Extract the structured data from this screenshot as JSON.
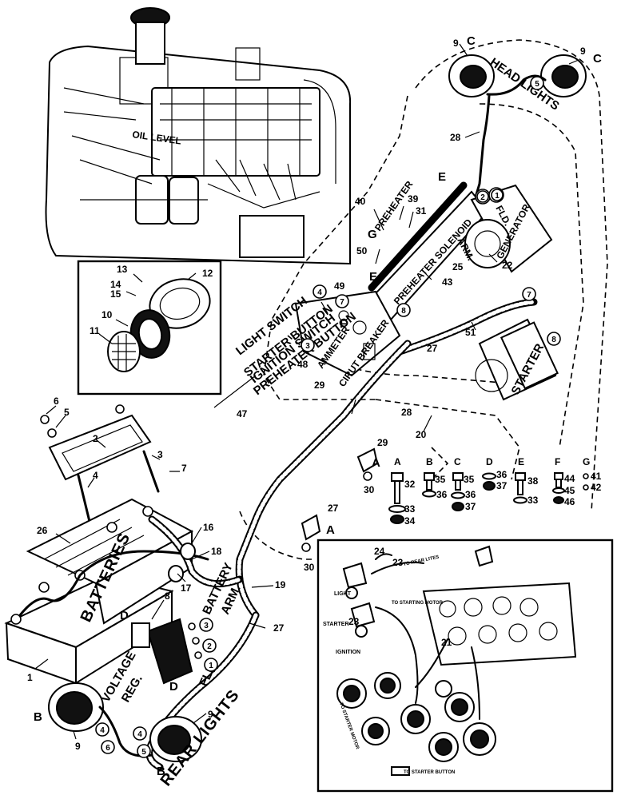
{
  "labels": {
    "light_switch": "LIGHT SWITCH",
    "starter_button": "STARTER BUTTON",
    "ignition_switch": "IGNITION SWITCH",
    "preheater_button": "PREHEATER BUTTON",
    "ammeter": "AMMETER",
    "circuit_breaker": "CIRUT BREAKER",
    "preheater": "PREHEATER",
    "preheater_solenoid": "PREHEATER SOLENOID",
    "generator": "GENERATOR",
    "arm": "ARM.",
    "fld": "FLD.",
    "starter": "STARTER",
    "head_lights": "HEAD LIGHTS",
    "batteries": "BATTERIES",
    "battery": "BATTERY",
    "voltage_reg": "VOLTAGE",
    "reg": "REG.",
    "fld_bottom": "FLD.",
    "arm_bottom": "ARM.",
    "rear_lights": "REAR LIGHTS",
    "oil_level": "OIL LEVEL",
    "inset_light": "LIGHT",
    "inset_starter": "STARTER",
    "inset_ignition": "IGNITION",
    "inset_to_rear_lites": "TO REAR LITES",
    "inset_to_starting_motor": "TO STARTING MOTOR",
    "inset_to_starter_button": "TO STARTER BUTTON",
    "inset_to_starter_motor": "TO STARTER MOTOR"
  },
  "letters": {
    "c_left": "C",
    "c_right": "C",
    "e_top": "E",
    "e_mid": "E",
    "g": "G",
    "f": "F",
    "d_left": "D",
    "d_right": "D",
    "b_left": "B",
    "b_right": "B",
    "a_mid": "A",
    "a_low": "A"
  },
  "numbers": {
    "n9a": "9",
    "n9b": "9",
    "n28": "28",
    "n40": "40",
    "n39": "39",
    "n31": "31",
    "n50": "50",
    "n43": "43",
    "n25": "25",
    "n22": "22",
    "n49": "49",
    "n51": "51",
    "n27a": "27",
    "n48": "48",
    "n29a": "29",
    "n47": "47",
    "n28b": "28",
    "n20": "20",
    "n29b": "29",
    "n30a": "30",
    "n13": "13",
    "n12": "12",
    "n14": "14",
    "n15": "15",
    "n10": "10",
    "n11": "11",
    "n6": "6",
    "n5": "5",
    "n2": "2",
    "n3": "3",
    "n4": "4",
    "n7": "7",
    "n26": "26",
    "n16": "16",
    "n18": "18",
    "n17": "17",
    "n19": "19",
    "n27b": "27",
    "n8": "8",
    "n1": "1",
    "n9c": "9",
    "n9d": "9",
    "n27c": "27",
    "n30b": "30",
    "n24": "24",
    "n23a": "23",
    "n23b": "23",
    "n21": "21"
  },
  "hardware": {
    "col_a": "A",
    "col_b": "B",
    "col_c": "C",
    "col_d": "D",
    "col_e": "E",
    "col_f": "F",
    "col_g": "G",
    "n32": "32",
    "n33a": "33",
    "n34": "34",
    "n35a": "35",
    "n36a": "36",
    "n35b": "35",
    "n36b": "36",
    "n37a": "37",
    "n36c": "36",
    "n37b": "37",
    "n38": "38",
    "n33b": "33",
    "n44": "44",
    "n45": "45",
    "n46": "46",
    "n41": "41",
    "n42": "42"
  },
  "circled": {
    "c1": "1",
    "c2": "2",
    "c3": "3",
    "c4": "4",
    "c5": "5",
    "c6": "6",
    "c7": "7",
    "c8": "8"
  }
}
